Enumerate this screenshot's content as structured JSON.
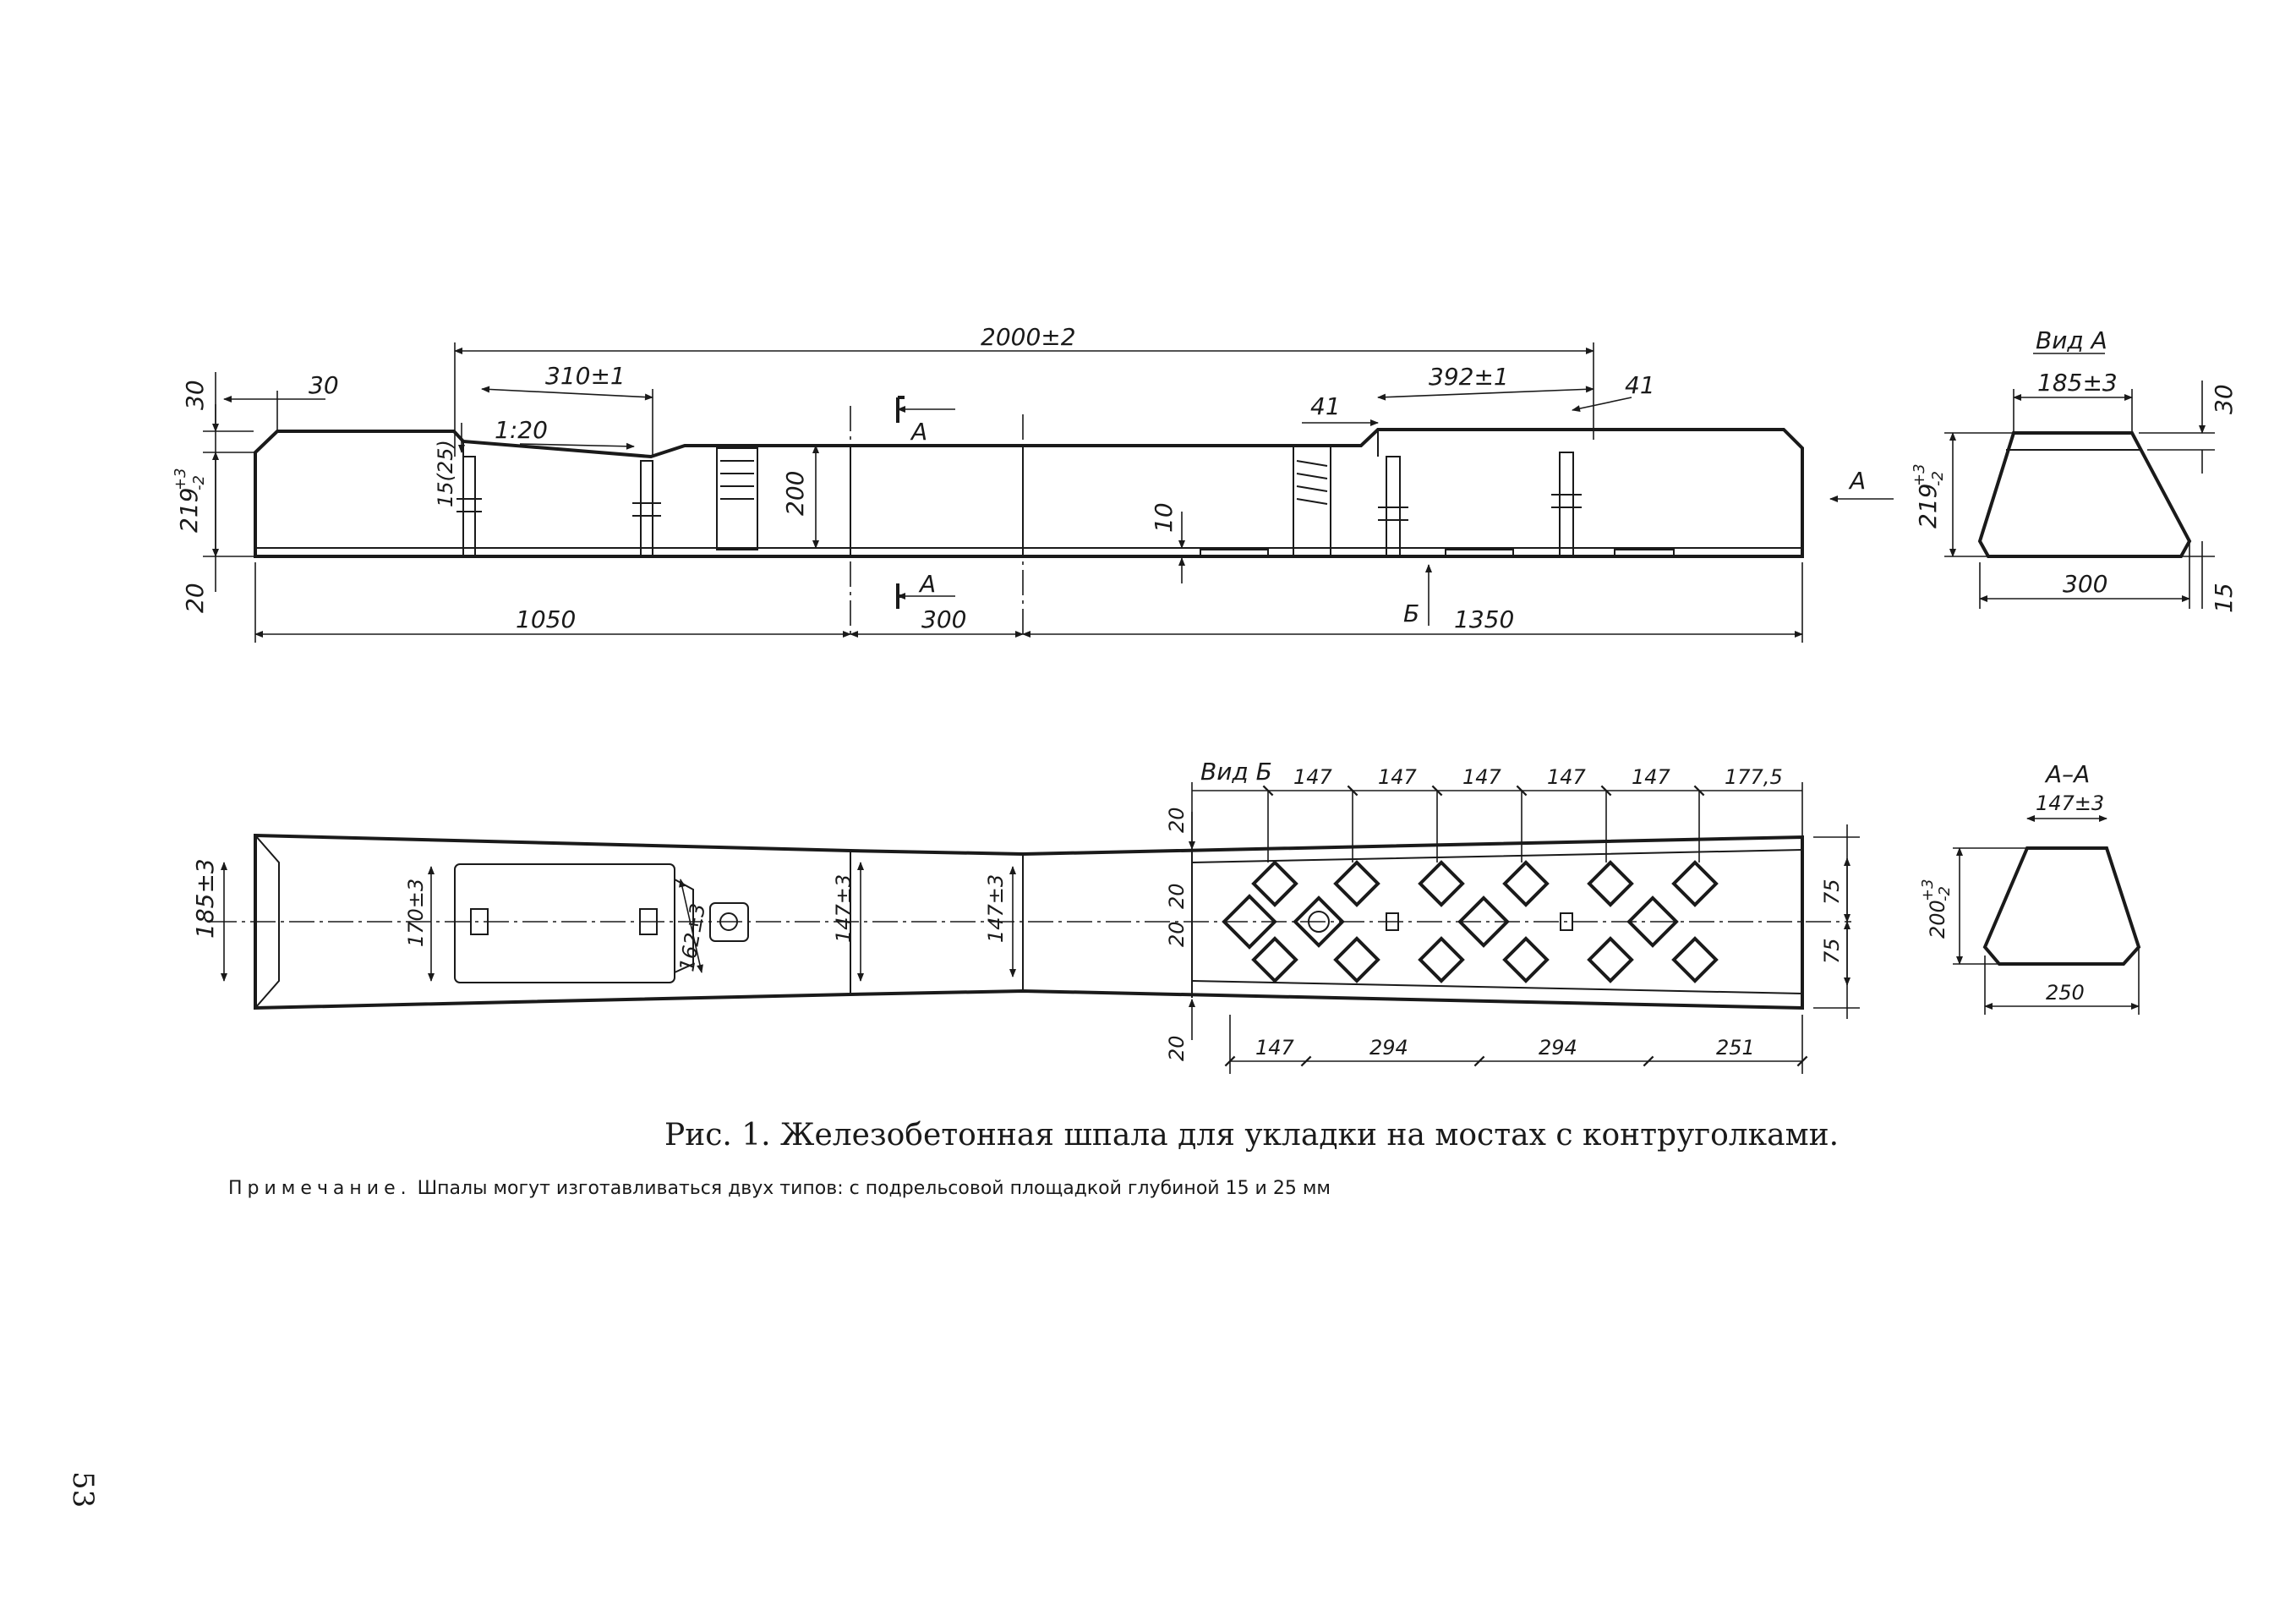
{
  "figure": {
    "caption": "Рис. 1. Железобетонная шпала для укладки на мостах с контруголками.",
    "note_label": "Примечание.",
    "note_text": "Шпалы могут изготавливаться двух типов: с подрельсовой площадкой глубиной 15 и 25 мм",
    "page_number": "53"
  },
  "side_view": {
    "overall": "2000±2",
    "left_top_30": "30",
    "left_chamfer_30": "30",
    "height_left": "219",
    "height_left_sup": "+3",
    "height_left_sub": "-2",
    "base_20": "20",
    "left_seat": "310±1",
    "slope": "1:20",
    "seat_depth": "15(25)",
    "section_height": "200",
    "right_seat": "392±1",
    "right_41_a": "41",
    "right_41_b": "41",
    "gap_10": "10",
    "len_1050": "1050",
    "len_300": "300",
    "len_1350": "1350",
    "section_mark_a": "A",
    "section_mark_a2": "A",
    "view_b_arrow": "Б",
    "view_a_arrow": "A"
  },
  "view_a": {
    "title": "Вид A",
    "top_width": "185±3",
    "height": "219",
    "height_sup": "+3",
    "height_sub": "-2",
    "right_30": "30",
    "bottom_width": "300",
    "right_15": "15"
  },
  "plan_view": {
    "view_label": "Вид Б",
    "top_dims": [
      "147",
      "147",
      "147",
      "147",
      "147",
      "177,5"
    ],
    "bottom_dims": [
      "147",
      "294",
      "294",
      "251"
    ],
    "left_20_top": "20",
    "left_20_mid_a": "20",
    "left_20_mid_b": "20",
    "left_20_bottom": "20",
    "right_75_a": "75",
    "right_75_b": "75",
    "width_185": "185±3",
    "width_170": "170±3",
    "width_162": "162±3",
    "width_147_a": "147±3",
    "width_147_b": "147±3"
  },
  "section_aa": {
    "title": "A–A",
    "top_width": "147±3",
    "height": "200",
    "height_sup": "+3",
    "height_sub": "-2",
    "bottom_width": "250"
  }
}
